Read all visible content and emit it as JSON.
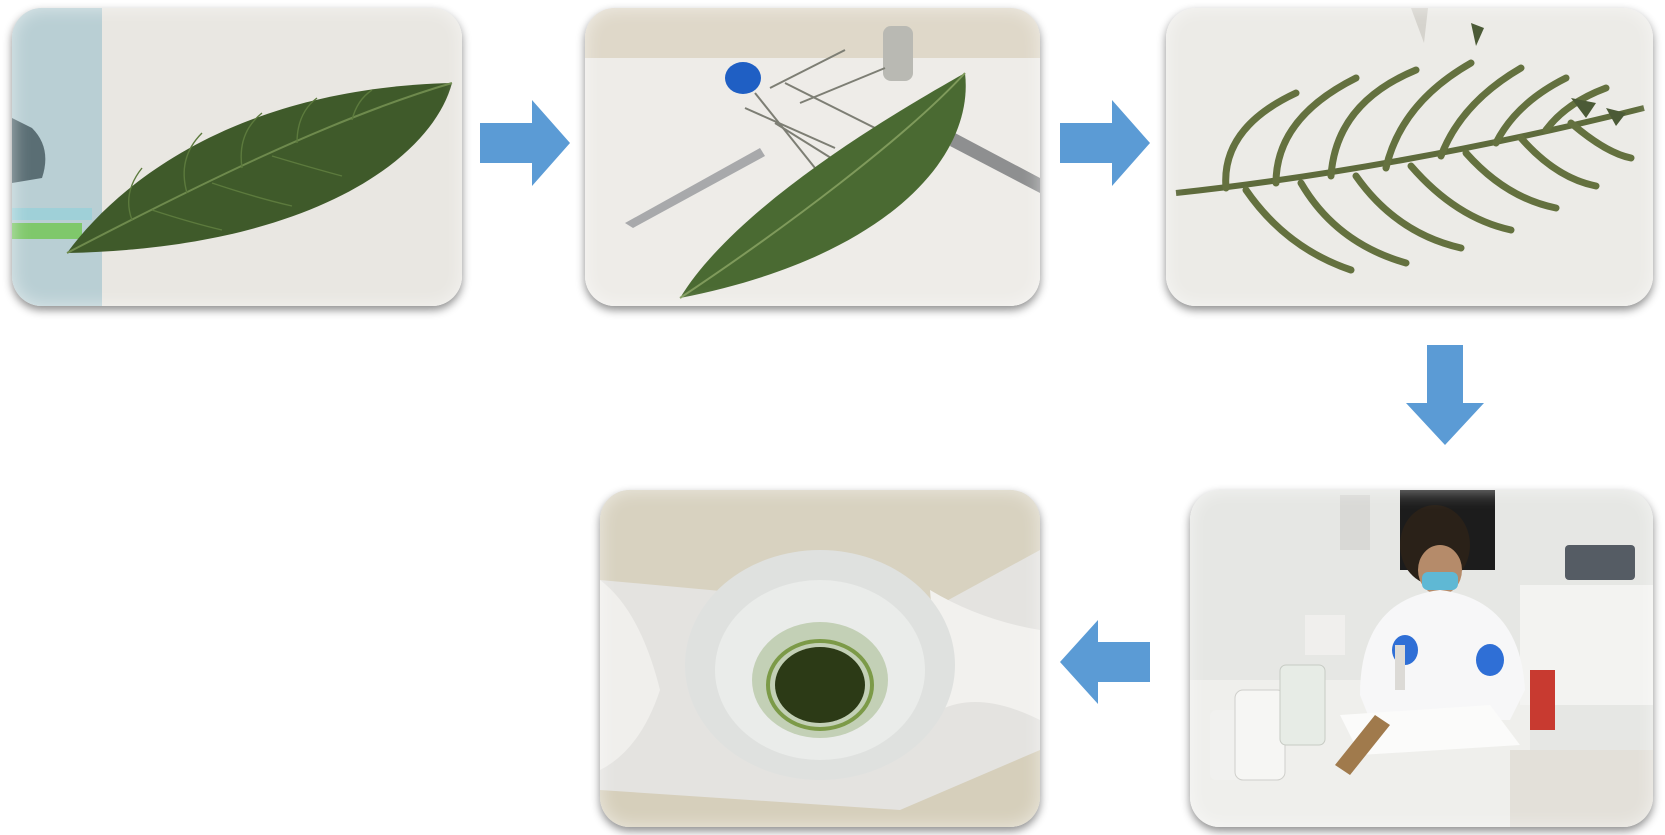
{
  "diagram": {
    "steps": [
      {
        "icon": "whole-leaf"
      },
      {
        "icon": "leaf-with-tweezers"
      },
      {
        "icon": "leaf-skeleton-veins"
      },
      {
        "icon": "lab-technician-pipetting"
      },
      {
        "icon": "green-pellet-in-tube"
      }
    ],
    "arrow_color": "#5b9bd5"
  }
}
